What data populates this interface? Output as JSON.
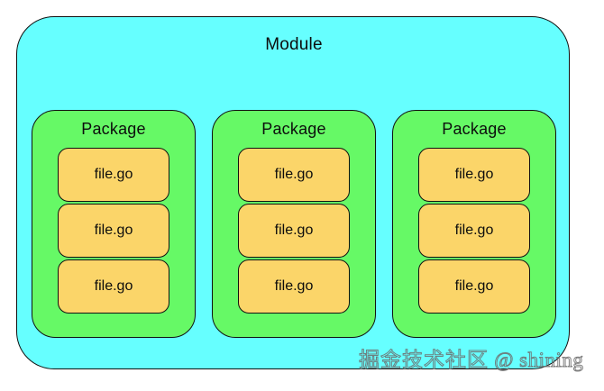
{
  "diagram": {
    "type": "nested-container",
    "module": {
      "label": "Module",
      "fill_color": "#66FFFF",
      "stroke_color": "#111111"
    },
    "packages": [
      {
        "label": "Package",
        "fill_color": "#66F966",
        "files": [
          {
            "label": "file.go"
          },
          {
            "label": "file.go"
          },
          {
            "label": "file.go"
          }
        ]
      },
      {
        "label": "Package",
        "fill_color": "#66F966",
        "files": [
          {
            "label": "file.go"
          },
          {
            "label": "file.go"
          },
          {
            "label": "file.go"
          }
        ]
      },
      {
        "label": "Package",
        "fill_color": "#66F966",
        "files": [
          {
            "label": "file.go"
          },
          {
            "label": "file.go"
          },
          {
            "label": "file.go"
          }
        ]
      }
    ],
    "file_fill_color": "#FBD569"
  },
  "watermark": {
    "cjk_text": "掘金技术社区",
    "latin_text": " @ shining",
    "color": "#6E6E6E"
  }
}
